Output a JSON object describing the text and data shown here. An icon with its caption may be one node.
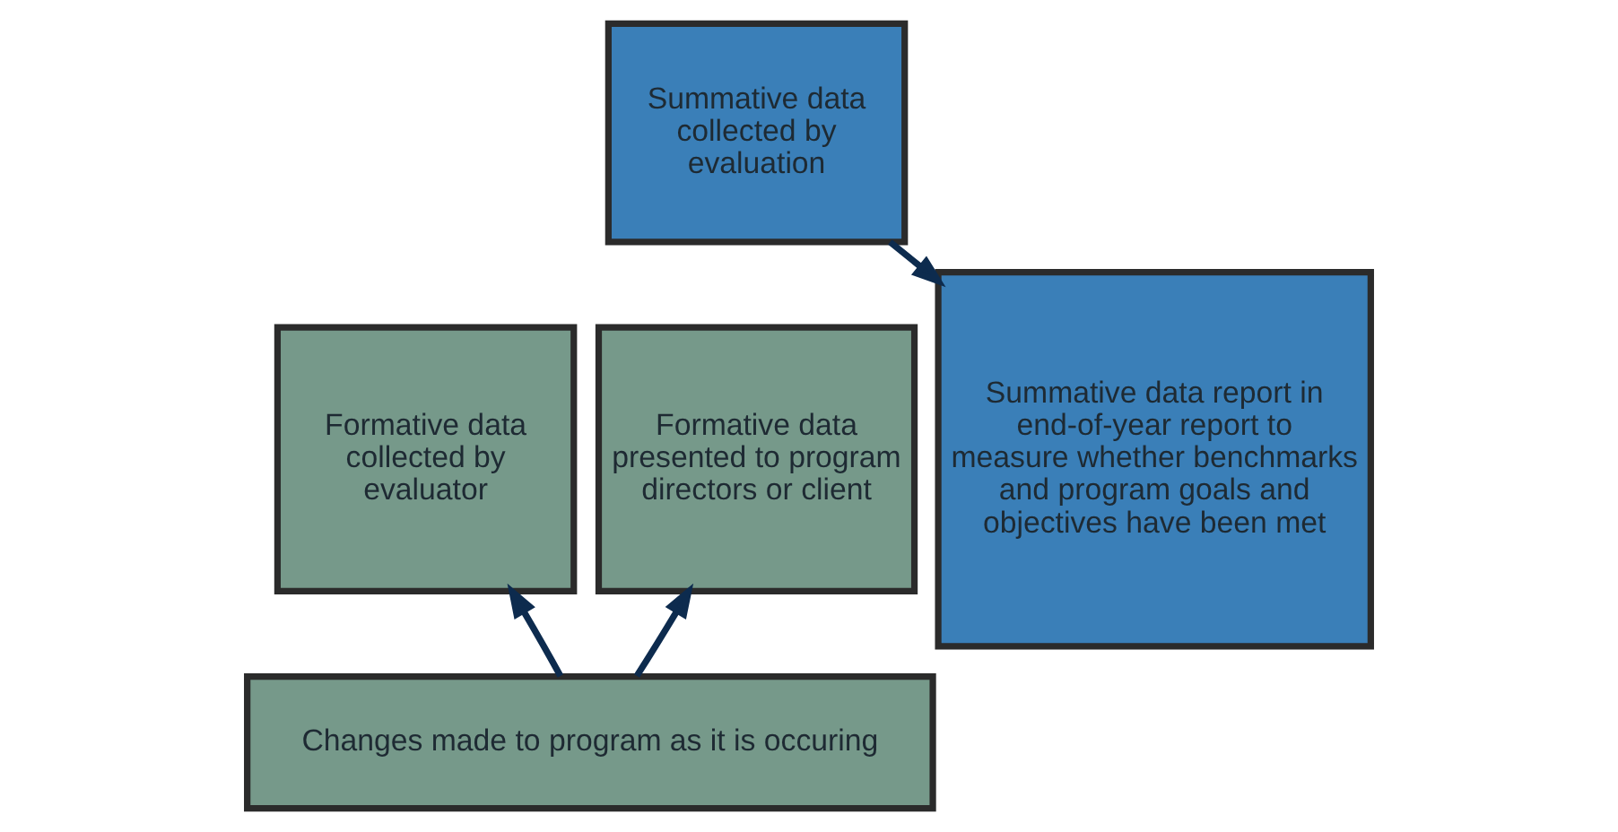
{
  "diagram": {
    "nodes": [
      {
        "text": [
          "Summative data collected by evaluation"
        ]
      },
      {
        "text": [
          "Formative data collected by evaluator"
        ]
      },
      {
        "text": [
          "Formative data presented to program directors or client"
        ]
      },
      {
        "text": [
          "Changes made to program as it is occuring"
        ]
      },
      {
        "text": [
          "Summative data report in end-of-year report to measure whether benchmarks and program goals and objectives have been met"
        ]
      }
    ],
    "edges": [
      {
        "from": 0,
        "to": 4,
        "arrow": "to"
      },
      {
        "from": 3,
        "to": 1,
        "arrow": "to"
      },
      {
        "from": 3,
        "to": 2,
        "arrow": "to"
      }
    ]
  }
}
